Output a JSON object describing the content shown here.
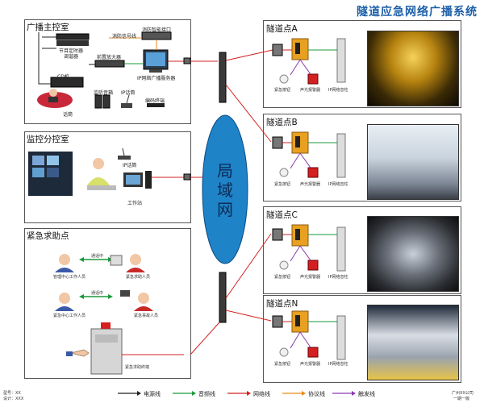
{
  "header": {
    "title": "隧道应急网络广播系统"
  },
  "panels": {
    "broadcast": {
      "title": "广播主控室",
      "devices": {
        "program_timer": "节目定时器",
        "tuner": "调谐器",
        "cd": "CD机",
        "pre_amp": "前置放大器",
        "fire_interface": "消防智能接口",
        "fire_signal": "消防信号线",
        "ip_server": "IP网络广播服务器",
        "monitor_speaker": "监听音箱",
        "ip_phone": "IP话筒",
        "encoder": "编码终端",
        "operator": "话筒"
      }
    },
    "monitor": {
      "title": "监控分控室",
      "devices": {
        "ip_phone": "IP话筒",
        "workstation": "工作站"
      }
    },
    "emergency": {
      "title": "紧急求助点",
      "devices": {
        "person1": "管理中心工作人员",
        "person2": "紧急求助人员",
        "person3": "紧急中心工作人员",
        "person4": "紧急事故人员",
        "talking1": "通话中",
        "talking2": "通话中",
        "terminal": "紧急求助终端"
      }
    }
  },
  "lan": {
    "label": "局域网"
  },
  "tunnels": [
    {
      "title": "隧道点A",
      "button": "紧急按钮",
      "alarm": "声光报警器",
      "speaker": "IP网络音柱"
    },
    {
      "title": "隧道点B",
      "button": "紧急按钮",
      "alarm": "声光报警器",
      "speaker": "IP网络音柱"
    },
    {
      "title": "隧道点C",
      "button": "紧急按钮",
      "alarm": "声光报警器",
      "speaker": "IP网络音柱"
    },
    {
      "title": "隧道点N",
      "button": "紧急按钮",
      "alarm": "声光报警器",
      "speaker": "IP网络音柱"
    }
  ],
  "legend": {
    "power": "电源线",
    "audio": "音频线",
    "network": "网络线",
    "protocol": "协议线",
    "trigger": "触发线",
    "colors": {
      "power": "#222222",
      "audio": "#1a9a3a",
      "network": "#d42020",
      "protocol": "#e88a1a",
      "trigger": "#8a3ab0"
    }
  },
  "footer": {
    "left1": "型号：XX",
    "left2": "设计：XXX",
    "right1": "广州XX公司",
    "right2": "一期一版"
  }
}
